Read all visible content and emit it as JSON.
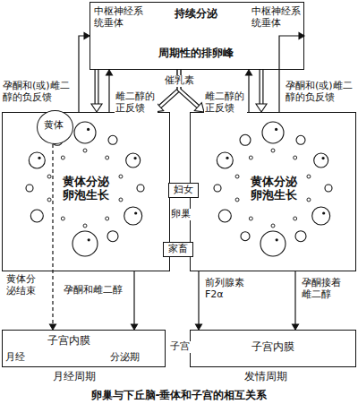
{
  "diagram": {
    "caption": "卵巢与下丘脑-垂体和子宫的相互关系",
    "nodes": [
      {
        "text": [
          "中枢神经系统垂体",
          "持续分泌",
          "中枢神经系统垂体",
          "周期性的排卵峰"
        ]
      },
      {
        "text": [
          "黄体分泌卵泡生长"
        ]
      },
      {
        "text": [
          "黄体"
        ],
        "in": 1
      },
      {
        "text": [
          "黄体分泌卵泡生长"
        ]
      },
      {
        "text": [
          "妇女"
        ]
      },
      {
        "text": [
          "家畜"
        ]
      },
      {
        "text": [
          "子宫内膜",
          "月经",
          "分泌期"
        ]
      },
      {
        "text": [
          "子宫内膜"
        ]
      }
    ],
    "edges": [
      {
        "from": 0,
        "to": 1,
        "arrow": "to"
      },
      {
        "from": 1,
        "to": 0,
        "arrow": "to"
      },
      {
        "from": 1,
        "to": 0,
        "arrow": "to"
      },
      {
        "from": 0,
        "to": 3,
        "arrow": "to"
      },
      {
        "from": 3,
        "to": 0,
        "arrow": "to"
      },
      {
        "from": 3,
        "to": 0,
        "arrow": "to"
      },
      {
        "from": 0,
        "to": 1,
        "arrow": "to"
      },
      {
        "from": 0,
        "to": 3,
        "arrow": "to"
      },
      {
        "from": 2,
        "to": 6,
        "arrow": "to"
      },
      {
        "from": 1,
        "to": 6,
        "arrow": "to"
      },
      {
        "from": 3,
        "to": 7,
        "arrow": "to"
      },
      {
        "from": 3,
        "to": 7,
        "arrow": "to"
      }
    ],
    "labels": [
      "催乳素",
      "孕酮和(或)雌二醇的负反馈",
      "雌二醇的正反馈",
      "雌二醇的正反馈",
      "孕酮和(或)雌二醇的负反馈",
      "卵巢",
      "黄体分泌结束",
      "孕酮和雌二醇",
      "前列腺素 F2α",
      "孕酮接着雌二醇",
      "子宫",
      "月经周期",
      "发情周期"
    ]
  }
}
